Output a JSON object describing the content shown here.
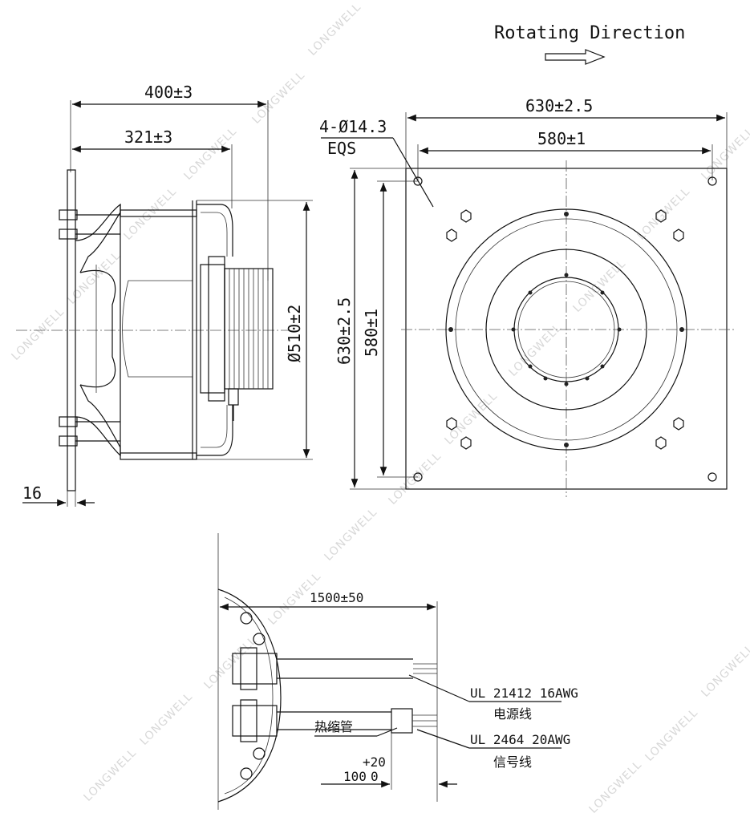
{
  "header": {
    "rotating_direction": "Rotating Direction",
    "direction_arrow": "arrow-right-icon"
  },
  "side_view": {
    "dim_overall_length": "400±3",
    "dim_body_length": "321±3",
    "dim_wheel_diameter": "Ø510±2",
    "dim_flange_thickness": "16"
  },
  "front_view": {
    "dim_plate_width": "630±2.5",
    "dim_hole_spacing_x": "580±1",
    "dim_plate_height": "630±2.5",
    "dim_hole_spacing_y": "580±1",
    "mounting_holes": "4-Ø14.3",
    "mounting_holes_note": "EQS"
  },
  "cable_view": {
    "dim_cable_length": "1500±50",
    "power_cable_spec": "UL 21412 16AWG",
    "power_cable_name": "电源线",
    "signal_cable_spec": "UL 2464 20AWG",
    "signal_cable_name": "信号线",
    "heat_shrink_label": "热缩管",
    "tolerance_upper": "+20",
    "dim_strip_length": "100",
    "tolerance_lower": "0"
  },
  "watermark": "LONGWELL"
}
